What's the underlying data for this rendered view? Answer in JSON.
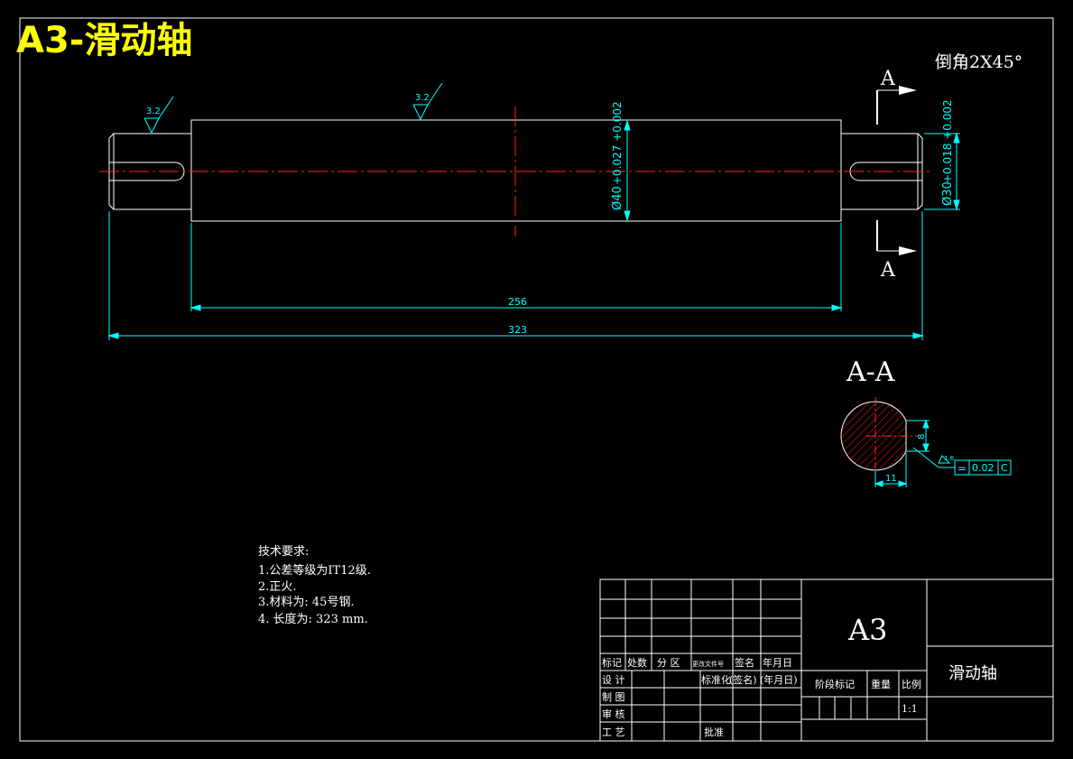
{
  "drawing": {
    "title": "A3-滑动轴",
    "chamfer_note": "倒角2X45°",
    "section_mark_top": "A",
    "section_mark_bottom": "A",
    "section_title": "A-A",
    "roughness_left": "3.2",
    "roughness_mid": "3.2",
    "dim_main_dia_base": "Ø40",
    "dim_main_dia_tol": "+0.027 +0.002",
    "dim_end_dia_base": "Ø30",
    "dim_end_dia_tol": "+0.018 +0.002",
    "dim_length_inner": "256",
    "dim_length_total": "323",
    "keyway_depth": "8",
    "keyway_width": "11",
    "section_roughness": "1.6",
    "tol_symbol": "=",
    "tol_value": "0.02",
    "tol_datum": "C"
  },
  "notes": {
    "heading": "技术要求:",
    "items": [
      "1.公差等级为IT12级.",
      "2.正火.",
      "3.材料为: 45号钢.",
      "4. 长度为: 323 mm."
    ]
  },
  "title_block": {
    "hdr_mark": "标记",
    "hdr_count": "处数",
    "hdr_zone": "分 区",
    "hdr_docno": "更改文件号",
    "hdr_sign": "签名",
    "hdr_date": "年月日",
    "design": "设 计",
    "std": "标准化",
    "std_sign": "(签名)",
    "std_date": "(年月日)",
    "draw": "制 图",
    "check": "审 核",
    "craft": "工 艺",
    "approve": "批准",
    "stage_label": "阶段标记",
    "weight_label": "重量",
    "scale_label": "比例",
    "scale_value": "1:1",
    "sheet_size": "A3",
    "part_name": "滑动轴"
  }
}
